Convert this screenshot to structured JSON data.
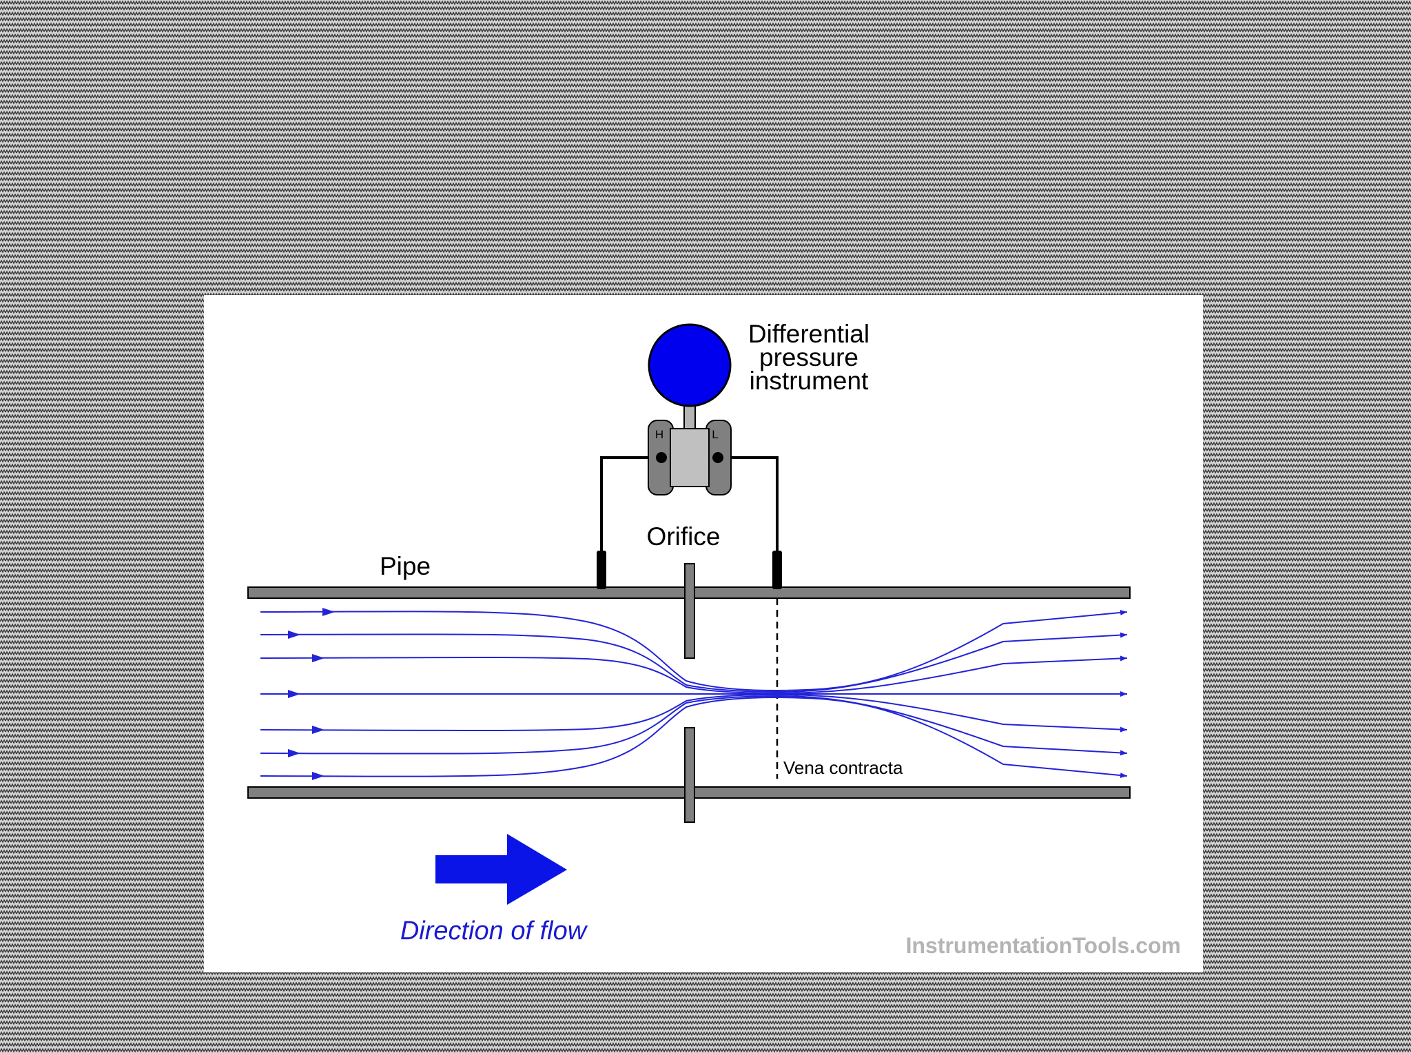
{
  "labels": {
    "instrument": [
      "Differential",
      "pressure",
      "instrument"
    ],
    "high_port": "H",
    "low_port": "L",
    "orifice": "Orifice",
    "pipe": "Pipe",
    "vena_contracta": "Vena contracta",
    "direction": "Direction of flow",
    "watermark": "InstrumentationTools.com"
  },
  "colors": {
    "instrument_dial": "#0000ee",
    "flow_lines": "#2323d8",
    "flow_arrow": "#0a14e6",
    "pipe_wall": "#808080",
    "watermark": "#b4b4b4"
  },
  "icons": {
    "flow_arrow": "big-right-arrow-icon",
    "streamline_arrow": "arrowhead-icon"
  }
}
